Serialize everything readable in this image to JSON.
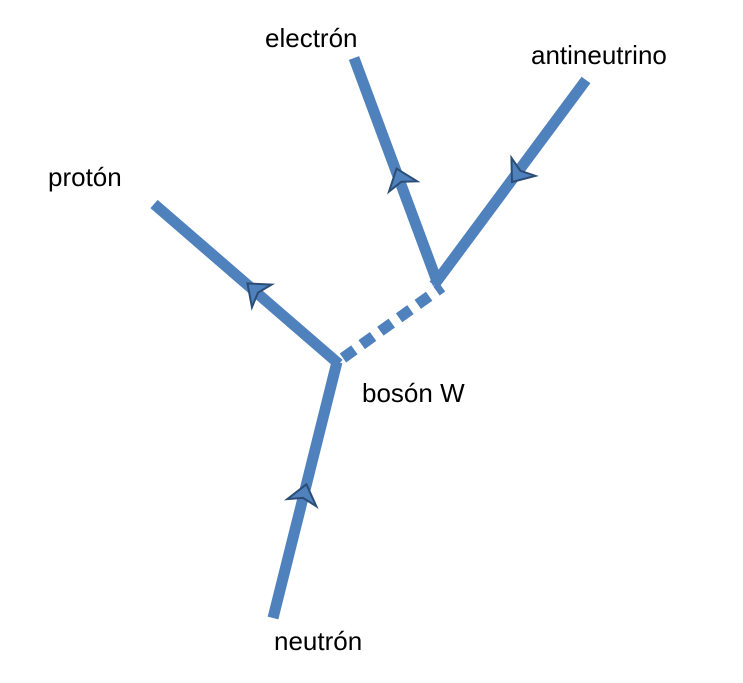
{
  "diagram": {
    "labels": {
      "neutron": "neutrón",
      "proton": "protón",
      "boson": "bosón W",
      "electron": "electrón",
      "antineutrino": "antineutrino"
    },
    "colors": {
      "line": "#4f81bd",
      "arrow_fill": "#4f81bd",
      "arrow_stroke": "#2c4d75",
      "text": "#000000"
    },
    "arrows": {
      "neutron": "arrow-up-icon",
      "proton": "arrow-up-left-icon",
      "electron": "arrow-up-icon",
      "antineutrino": "arrow-down-left-icon"
    }
  }
}
